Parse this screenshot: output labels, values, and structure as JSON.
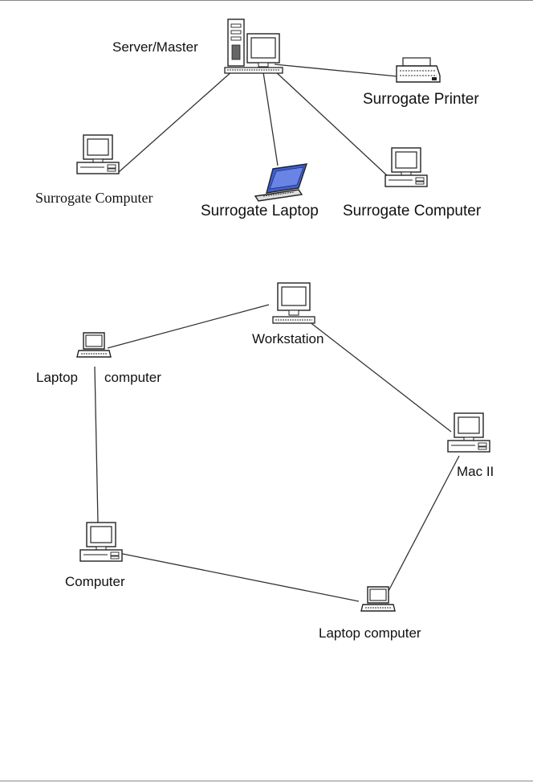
{
  "colors": {
    "line": "#333333",
    "device_fill": "#ffffff",
    "laptop_screen": "#3f5fd0"
  },
  "star_network": {
    "nodes": {
      "server": {
        "label": "Server/Master",
        "icon": "server-with-monitor-icon"
      },
      "printer": {
        "label": "Surrogate  Printer",
        "icon": "printer-icon"
      },
      "computer_left": {
        "label": "Surrogate Computer",
        "icon": "desktop-computer-icon"
      },
      "laptop": {
        "label": "Surrogate Laptop",
        "icon": "laptop-icon"
      },
      "computer_right": {
        "label": "Surrogate Computer",
        "icon": "desktop-computer-icon"
      }
    },
    "edges": [
      [
        "server",
        "printer"
      ],
      [
        "server",
        "computer_left"
      ],
      [
        "server",
        "laptop"
      ],
      [
        "server",
        "computer_right"
      ]
    ]
  },
  "ring_network": {
    "nodes": {
      "workstation": {
        "label": "Workstation",
        "icon": "workstation-icon"
      },
      "laptop_top": {
        "label_part1": "Laptop",
        "label_part2": "computer",
        "icon": "laptop-icon"
      },
      "mac": {
        "label": "Mac II",
        "icon": "desktop-computer-icon"
      },
      "computer": {
        "label": "Computer",
        "icon": "desktop-computer-icon"
      },
      "laptop_bottom": {
        "label": "Laptop computer",
        "icon": "laptop-icon"
      }
    },
    "edges": [
      [
        "laptop_top",
        "workstation"
      ],
      [
        "workstation",
        "mac"
      ],
      [
        "mac",
        "laptop_bottom"
      ],
      [
        "laptop_bottom",
        "computer"
      ],
      [
        "computer",
        "laptop_top"
      ]
    ]
  }
}
